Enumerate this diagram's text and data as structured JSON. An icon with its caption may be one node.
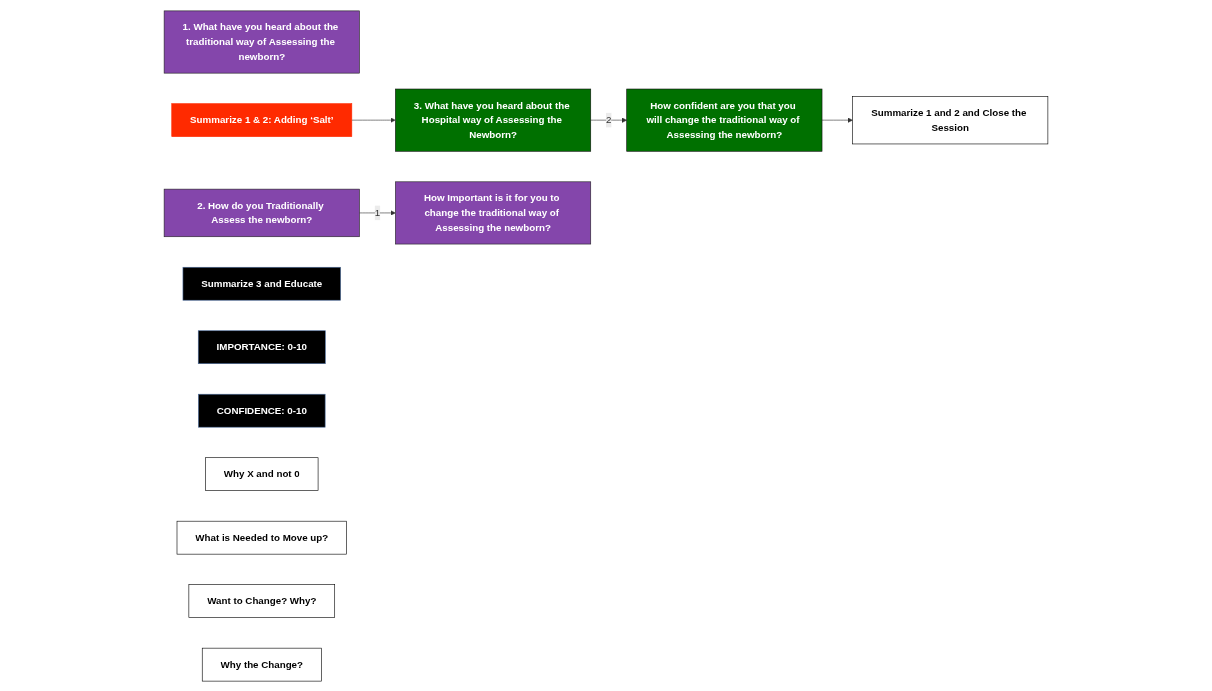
{
  "diagram": {
    "nodes": [
      {
        "text": [
          "1. What have you heard about the traditional way of Assessing the newborn?"
        ]
      },
      {
        "text": [
          "2. How do you Traditionally Assess the newborn?"
        ]
      },
      {
        "text": [
          "Summarize 1 & 2: Adding ‘Salt’"
        ]
      },
      {
        "text": [
          "3. What have you heard about the Hospital way of Assessing the Newborn?"
        ]
      },
      {
        "text": [
          "Summarize 3 and Educate"
        ]
      },
      {
        "text": [
          "IMPORTANCE: 0-10"
        ]
      },
      {
        "text": [
          "How Important is it for you to change the traditional way of Assessing the newborn?"
        ]
      },
      {
        "text": [
          "CONFIDENCE: 0-10"
        ]
      },
      {
        "text": [
          "How confident are you that you will change the traditional way of Assessing the newborn?"
        ]
      },
      {
        "text": [
          "Summarize 1 and 2 and Close the Session"
        ]
      },
      {
        "text": [
          "Why X and not 0"
        ]
      },
      {
        "text": [
          "What is Needed to Move up?"
        ]
      },
      {
        "text": [
          "Want to Change? Why?"
        ]
      },
      {
        "text": [
          "Why the Change?"
        ]
      }
    ],
    "edges": [
      {
        "from": 1,
        "to": 6,
        "arrow": "to",
        "label": "1"
      },
      {
        "from": 2,
        "to": 3,
        "arrow": "to"
      },
      {
        "from": 3,
        "to": 8,
        "arrow": "to",
        "label": "2"
      },
      {
        "from": 8,
        "to": 9,
        "arrow": "to"
      }
    ]
  }
}
